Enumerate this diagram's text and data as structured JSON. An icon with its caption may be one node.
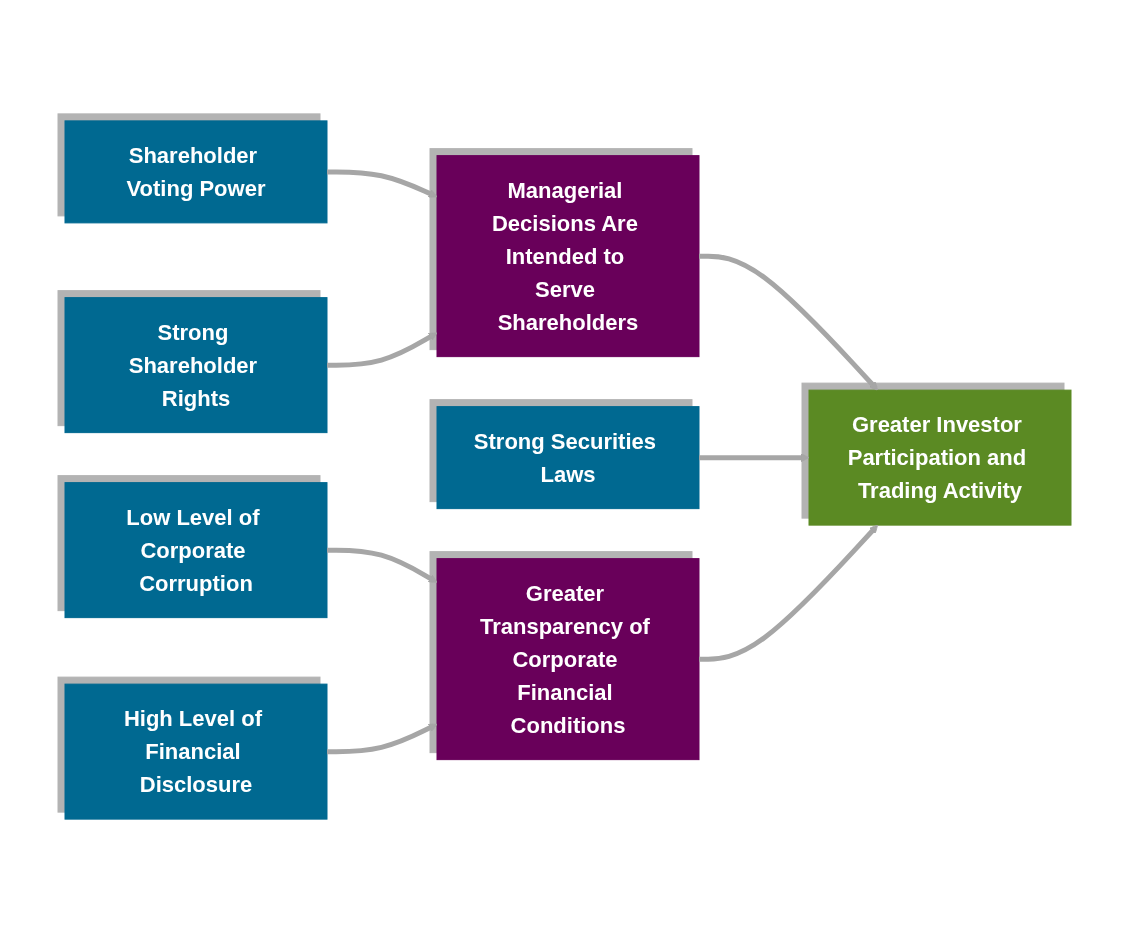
{
  "diagram": {
    "nodes": [
      {
        "text": [
          "Shareholder Voting Power"
        ]
      },
      {
        "text": [
          "Strong Shareholder Rights"
        ]
      },
      {
        "text": [
          "Managerial Decisions Are Intended to Serve Shareholders"
        ]
      },
      {
        "text": [
          "Strong Securities Laws"
        ]
      },
      {
        "text": [
          "Greater Investor Participation and Trading Activity"
        ]
      },
      {
        "text": [
          "Low Level of Corporate Corruption"
        ]
      },
      {
        "text": [
          "High Level of Financial Disclosure"
        ]
      },
      {
        "text": [
          "Greater Transparency of Corporate Financial Conditions"
        ]
      }
    ],
    "edges": [
      {
        "from": 0,
        "to": 2,
        "arrow": "to"
      },
      {
        "from": 1,
        "to": 2,
        "arrow": "to"
      },
      {
        "from": 2,
        "to": 4,
        "arrow": "to"
      },
      {
        "from": 3,
        "to": 4,
        "arrow": "to"
      },
      {
        "from": 5,
        "to": 7,
        "arrow": "to"
      },
      {
        "from": 6,
        "to": 7,
        "arrow": "to"
      },
      {
        "from": 7,
        "to": 4,
        "arrow": "to"
      }
    ]
  }
}
